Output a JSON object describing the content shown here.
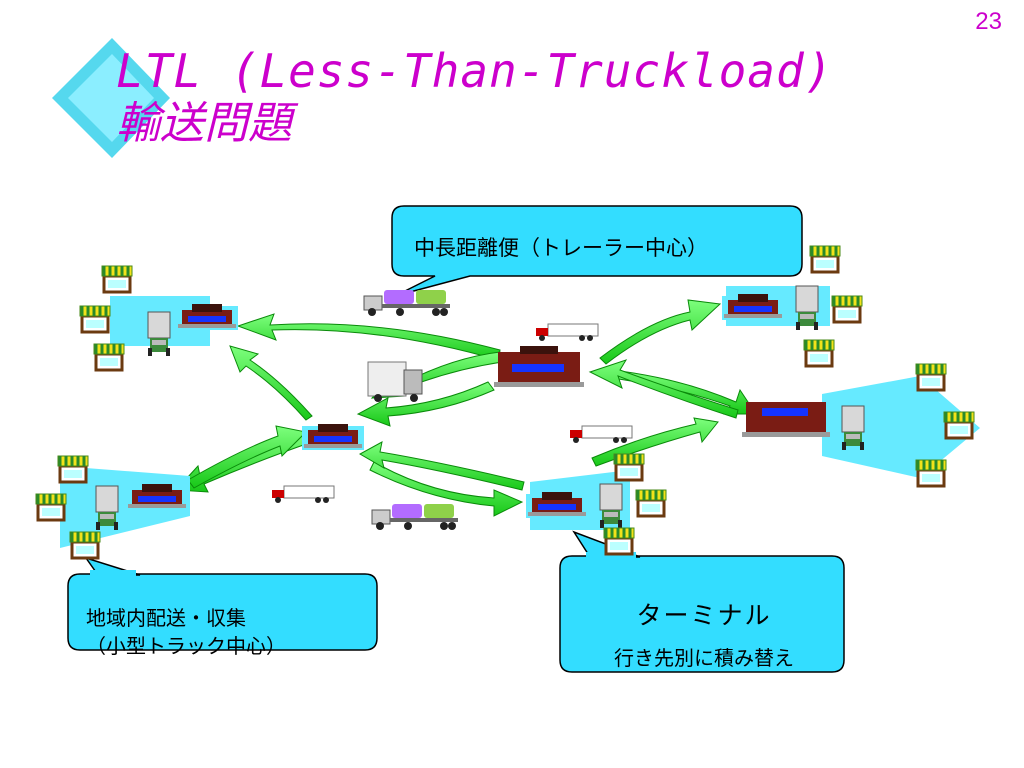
{
  "slide": {
    "page_number": "23",
    "title_line1": "LTL (Less-Than-Truckload)",
    "title_line2": "輸送問題"
  },
  "callouts": {
    "long_haul": "中長距離便（トレーラー中心）",
    "terminal_title": "ターミナル",
    "terminal_sub": "行き先別に積み替え",
    "local_line1": "地域内配送・収集",
    "local_line2": "（小型トラック中心）"
  },
  "colors": {
    "title": "#cc00cc",
    "arrow": "#2ee82e",
    "callout_fill": "#33ddff",
    "terminal_pad": "#66eaff",
    "building": "#7a1c14",
    "diamond": "#55d8ee"
  }
}
